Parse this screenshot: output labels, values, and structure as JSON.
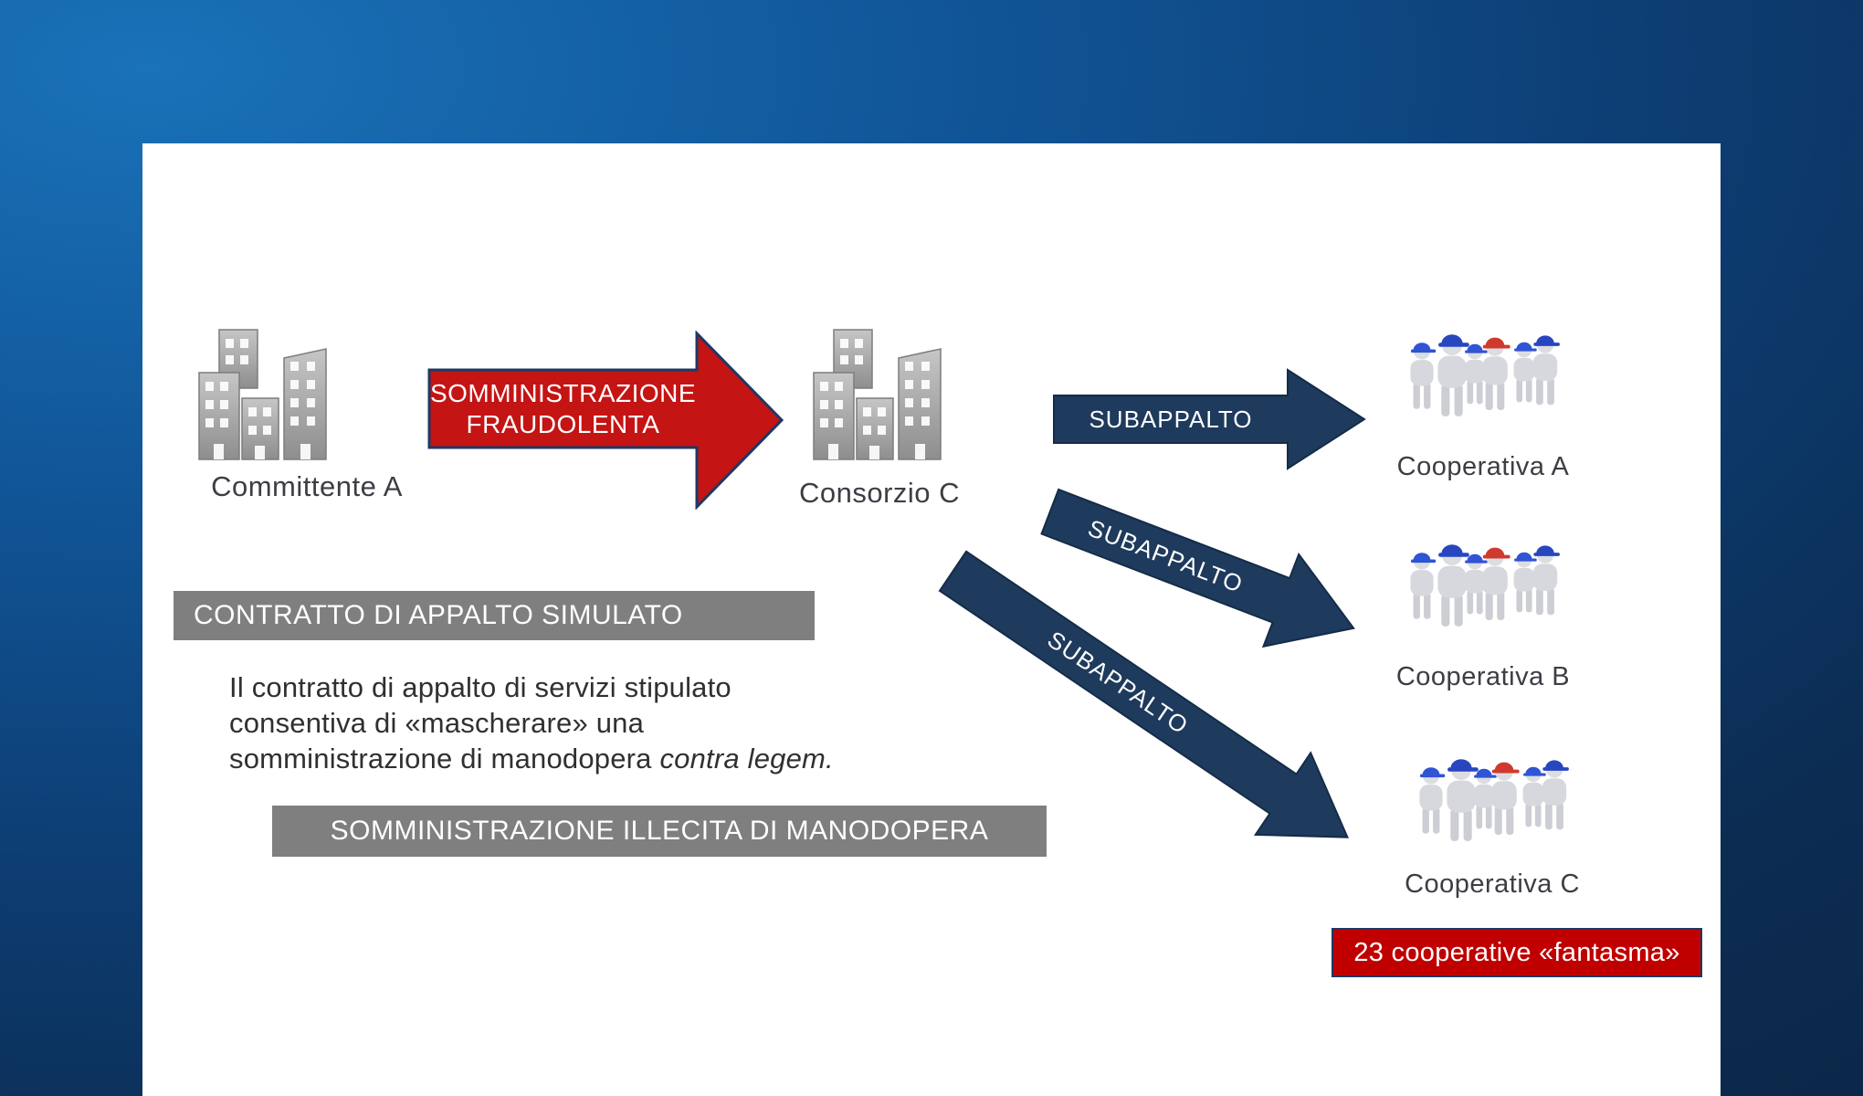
{
  "slide": {
    "committente": {
      "label": "Committente A"
    },
    "consorzio": {
      "label": "Consorzio C"
    },
    "fraud_arrow": {
      "line1": "SOMMINISTRAZIONE",
      "line2": "FRAUDOLENTA",
      "fill": "#c41414",
      "border": "#1f3864"
    },
    "subappalto_arrows": [
      {
        "label": "SUBAPPALTO"
      },
      {
        "label": "SUBAPPALTO"
      },
      {
        "label": "SUBAPPALTO"
      }
    ],
    "cooperatives": [
      {
        "label": "Cooperativa A"
      },
      {
        "label": "Cooperativa B"
      },
      {
        "label": "Cooperativa C"
      }
    ],
    "boxes": {
      "contratto": "CONTRATTO DI APPALTO SIMULATO",
      "somministrazione": "SOMMINISTRAZIONE ILLECITA DI MANODOPERA"
    },
    "paragraph": {
      "line1": "Il contratto di appalto di servizi stipulato",
      "line2": "consentiva di «mascherare» una",
      "line3": "somministrazione di manodopera ",
      "line3_italic": "contra legem."
    },
    "badge": {
      "label": "23 cooperative «fantasma»",
      "fill": "#c00000",
      "border": "#1f3864"
    },
    "colors": {
      "navy_arrow": "#1e3a5c",
      "navy_arrow_border": "#142c49",
      "gray_box": "#7f7f7f",
      "label_text": "#3d3d45",
      "background_navy": "#0d2b4e",
      "background_blue": "#11579a"
    }
  }
}
